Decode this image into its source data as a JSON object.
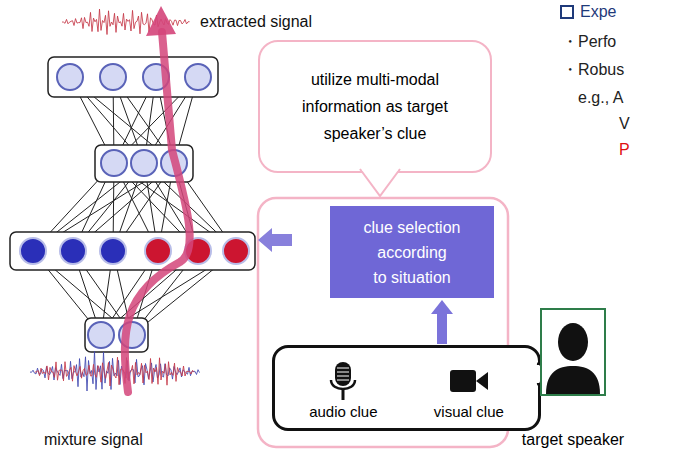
{
  "diagram": {
    "nodes": [
      {
        "text": [
          "utilize multi-modal information as target speaker’s clue"
        ]
      },
      {
        "text": [
          "clue selection according to situation"
        ]
      },
      {
        "text": [
          "audio clue",
          "visual clue"
        ]
      },
      {
        "text": [
          "target speaker"
        ]
      }
    ],
    "edges": [
      {
        "from": 2,
        "to": 1,
        "arrow": "to"
      }
    ],
    "labels": [
      "extracted signal",
      "mixture signal",
      "Expe",
      "・Perfo",
      "・Robus",
      "e.g., A",
      "V",
      "P"
    ]
  }
}
